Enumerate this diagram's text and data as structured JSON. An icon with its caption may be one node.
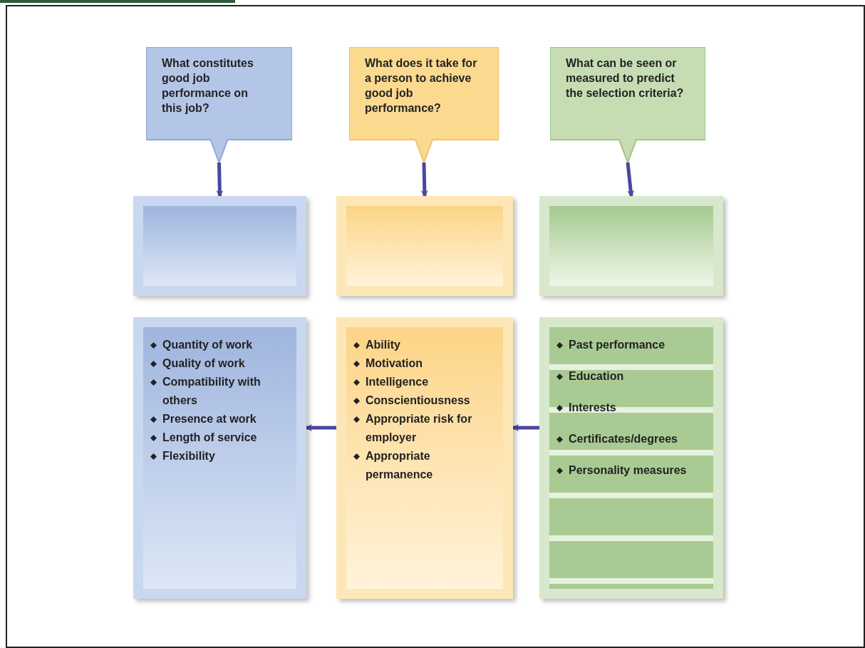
{
  "diagram": {
    "nodes": [
      {
        "text": [
          "What constitutes good job performance on this job?"
        ]
      },
      {
        "text": [
          "What does it take for a person to achieve good job performance?"
        ]
      },
      {
        "text": [
          "What can be seen or measured to predict the selection criteria?"
        ]
      },
      {
        "text": [],
        "shape": "box"
      },
      {
        "text": [],
        "shape": "box"
      },
      {
        "text": [],
        "shape": "box"
      },
      {
        "text": [
          "Quantity of work",
          "Quality of work",
          "Compatibility with others",
          "Presence at work",
          "Length of service",
          "Flexibility"
        ]
      },
      {
        "text": [
          "Ability",
          "Motivation",
          "Intelligence",
          "Conscientiousness",
          "Appropriate risk for employer",
          "Appropriate permanence"
        ]
      },
      {
        "text": [
          "Past performance",
          "Education",
          "Interests",
          "Certificates/degrees",
          "Personality measures"
        ]
      }
    ],
    "edges": [
      {
        "from": 0,
        "to": 3,
        "arrow": "to"
      },
      {
        "from": 1,
        "to": 4,
        "arrow": "to"
      },
      {
        "from": 2,
        "to": 5,
        "arrow": "to"
      },
      {
        "from": 7,
        "to": 6,
        "arrow": "to"
      },
      {
        "from": 8,
        "to": 7,
        "arrow": "to"
      }
    ]
  }
}
